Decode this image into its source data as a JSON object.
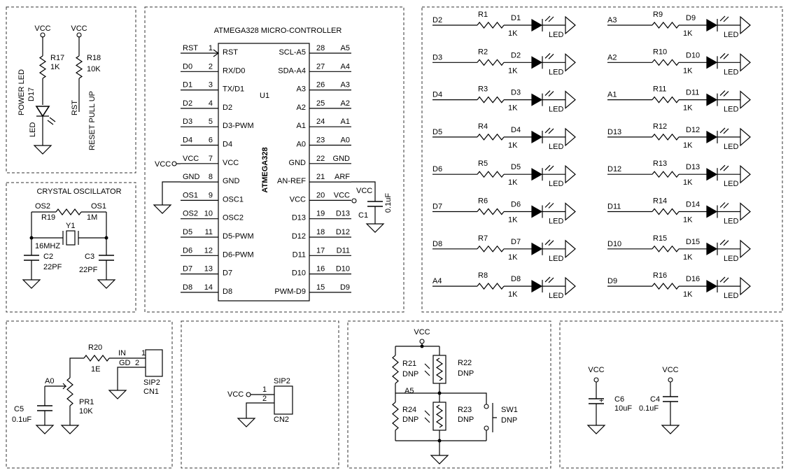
{
  "power": {
    "vcc1": "VCC",
    "vcc2": "VCC",
    "r17": "R17",
    "r17v": "1K",
    "r18": "R18",
    "r18v": "10K",
    "power_led": "POWER LED",
    "d17": "D17",
    "led": "LED",
    "rst": "RST",
    "reset_pullup": "RESET PULL UP"
  },
  "crystal": {
    "title": "CRYSTAL OSCILLATOR",
    "os2": "OS2",
    "os1": "OS1",
    "r19": "R19",
    "r19v": "1M",
    "y1": "Y1",
    "freq": "16MHZ",
    "c2": "C2",
    "c2v": "22PF",
    "c3": "C3",
    "c3v": "22PF"
  },
  "mcu": {
    "title": "ATMEGA328 MICRO-CONTROLLER",
    "chip": "ATMEGA328",
    "ref": "U1",
    "vcc_label": "VCC",
    "left": [
      {
        "net": "RST",
        "num": "1",
        "name": "RST"
      },
      {
        "net": "D0",
        "num": "2",
        "name": "RX/D0"
      },
      {
        "net": "D1",
        "num": "3",
        "name": "TX/D1"
      },
      {
        "net": "D2",
        "num": "4",
        "name": "D2"
      },
      {
        "net": "D3",
        "num": "5",
        "name": "D3-PWM"
      },
      {
        "net": "D4",
        "num": "6",
        "name": "D4"
      },
      {
        "net": "VCC",
        "num": "7",
        "name": "VCC"
      },
      {
        "net": "GND",
        "num": "8",
        "name": "GND"
      },
      {
        "net": "OS1",
        "num": "9",
        "name": "OSC1"
      },
      {
        "net": "OS2",
        "num": "10",
        "name": "OSC2"
      },
      {
        "net": "D5",
        "num": "11",
        "name": "D5-PWM"
      },
      {
        "net": "D6",
        "num": "12",
        "name": "D6-PWM"
      },
      {
        "net": "D7",
        "num": "13",
        "name": "D7"
      },
      {
        "net": "D8",
        "num": "14",
        "name": "D8"
      }
    ],
    "right": [
      {
        "net": "A5",
        "num": "28",
        "name": "SCL-A5"
      },
      {
        "net": "A4",
        "num": "27",
        "name": "SDA-A4"
      },
      {
        "net": "A3",
        "num": "26",
        "name": "A3"
      },
      {
        "net": "A2",
        "num": "25",
        "name": "A2"
      },
      {
        "net": "A1",
        "num": "24",
        "name": "A1"
      },
      {
        "net": "A0",
        "num": "23",
        "name": "A0"
      },
      {
        "net": "GND",
        "num": "22",
        "name": "GND"
      },
      {
        "net": "ARF",
        "num": "21",
        "name": "AN-REF"
      },
      {
        "net": "VCC",
        "num": "20",
        "name": "VCC"
      },
      {
        "net": "D13",
        "num": "19",
        "name": "D13"
      },
      {
        "net": "D12",
        "num": "18",
        "name": "D12"
      },
      {
        "net": "D11",
        "num": "17",
        "name": "D11"
      },
      {
        "net": "D10",
        "num": "16",
        "name": "D10"
      },
      {
        "net": "D9",
        "num": "15",
        "name": "PWM-D9"
      }
    ],
    "c1": "C1",
    "c1v": "0.1uF",
    "vcc_r": "VCC"
  },
  "leds": {
    "rv": "1K",
    "led": "LED",
    "rows": [
      {
        "net": "D2",
        "r": "R1",
        "d": "D1"
      },
      {
        "net": "D3",
        "r": "R2",
        "d": "D2"
      },
      {
        "net": "D4",
        "r": "R3",
        "d": "D3"
      },
      {
        "net": "D5",
        "r": "R4",
        "d": "D4"
      },
      {
        "net": "D6",
        "r": "R5",
        "d": "D5"
      },
      {
        "net": "D7",
        "r": "R6",
        "d": "D6"
      },
      {
        "net": "D8",
        "r": "R7",
        "d": "D7"
      },
      {
        "net": "A4",
        "r": "R8",
        "d": "D8"
      },
      {
        "net": "A3",
        "r": "R9",
        "d": "D9"
      },
      {
        "net": "A2",
        "r": "R10",
        "d": "D10"
      },
      {
        "net": "A1",
        "r": "R11",
        "d": "D11"
      },
      {
        "net": "D13",
        "r": "R12",
        "d": "D12"
      },
      {
        "net": "D12",
        "r": "R13",
        "d": "D13"
      },
      {
        "net": "D11",
        "r": "R14",
        "d": "D14"
      },
      {
        "net": "D10",
        "r": "R15",
        "d": "D15"
      },
      {
        "net": "D9",
        "r": "R16",
        "d": "D16"
      }
    ]
  },
  "pot": {
    "r20": "R20",
    "r20v": "1E",
    "in": "IN",
    "gd": "GD",
    "p1": "1",
    "p2": "2",
    "sip": "SIP2",
    "cn": "CN1",
    "a0": "A0",
    "pr1": "PR1",
    "pr1v": "10K",
    "c5": "C5",
    "c5v": "0.1uF"
  },
  "cn2": {
    "vcc": "VCC",
    "p1": "1",
    "p2": "2",
    "sip": "SIP2",
    "cn": "CN2"
  },
  "ldr": {
    "vcc": "VCC",
    "r21": "R21",
    "r22": "R22",
    "r23": "R23",
    "r24": "R24",
    "dnp": "DNP",
    "a5": "A5",
    "sw1": "SW1"
  },
  "caps": {
    "vcc": "VCC",
    "c6": "C6",
    "c6v": "10uF",
    "c4": "C4",
    "c4v": "0.1uF",
    "plus": "+"
  }
}
